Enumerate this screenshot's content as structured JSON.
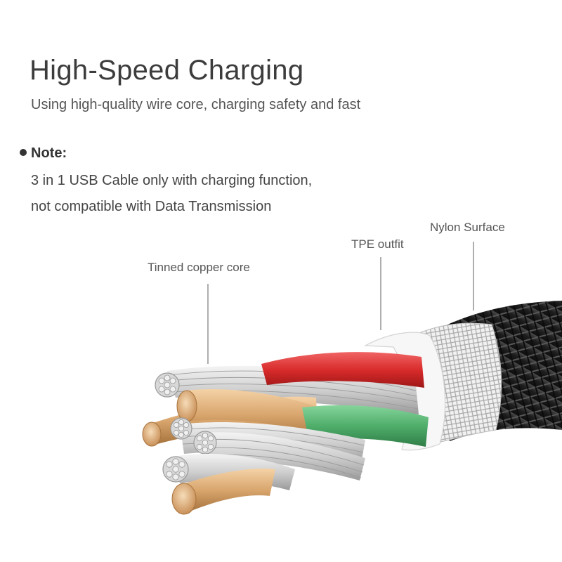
{
  "heading": {
    "title": "High-Speed Charging",
    "subtitle": "Using high-quality wire core, charging safety and fast"
  },
  "note": {
    "label": "Note:",
    "lines": [
      "3 in 1 USB Cable only with charging function,",
      "not compatible with Data Transmission"
    ]
  },
  "callouts": {
    "copper": "Tinned copper core",
    "tpe": "TPE outfit",
    "nylon": "Nylon Surface"
  },
  "colors": {
    "red_wire": "#d92b2b",
    "green_wire": "#4fae6a",
    "copper": "#d9a66e",
    "strand": "#d6d6d6",
    "nylon": "#1e1e1e",
    "shield": "#e6e6e6"
  }
}
